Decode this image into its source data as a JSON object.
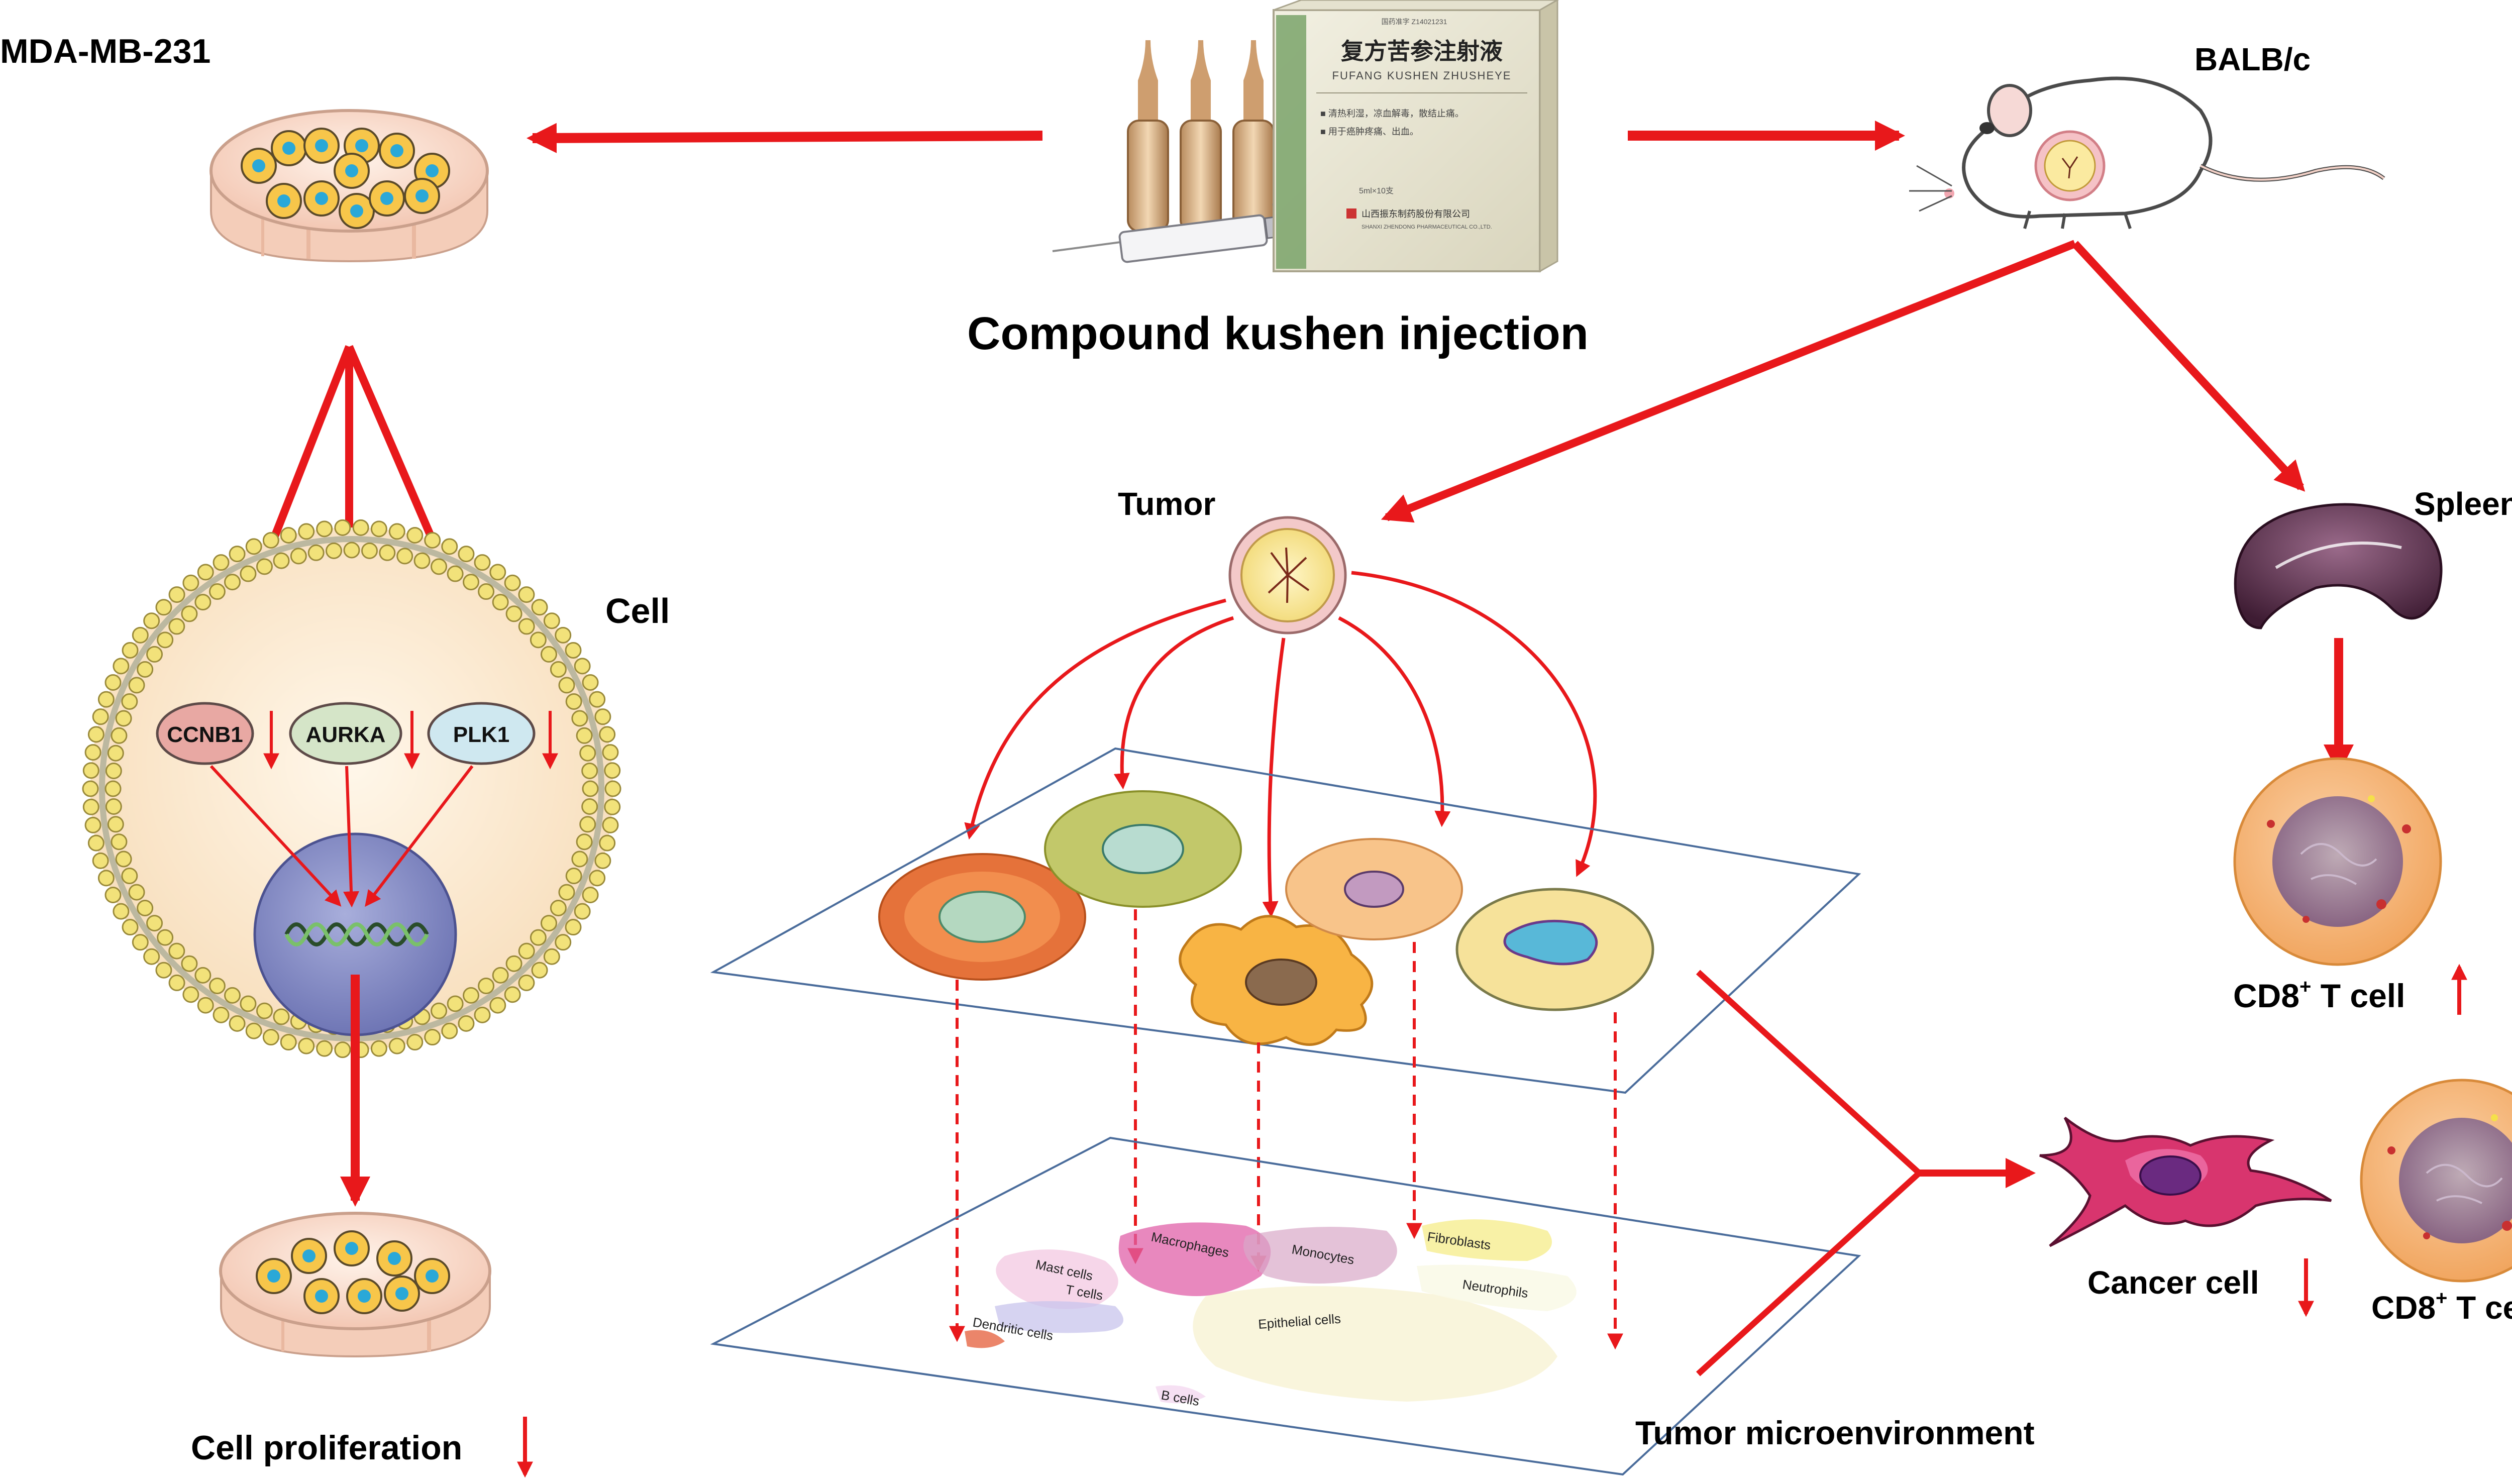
{
  "labels": {
    "cell_line": "MDA-MB-231",
    "mouse": "BALB/c",
    "drug": "Compound kushen injection",
    "cell": "Cell",
    "tumor": "Tumor",
    "spleen": "Spleen",
    "proliferation": "Cell proliferation",
    "tme": "Tumor microenvironment",
    "cd8_prefix": "CD8",
    "cd8_sup": "+",
    "cd8_suffix": " T cell",
    "cancer_cell": "Cancer cell"
  },
  "genes": [
    "CCNB1",
    "AURKA",
    "PLK1"
  ],
  "drug_box": {
    "title_cn": "复方苦参注射液",
    "title_py": "FUFANG KUSHEN ZHUSHEYE",
    "line1": "■ 清热利湿，凉血解毒，散结止痛。",
    "line2": "■ 用于癌肿疼痛、出血。",
    "maker": "山西振东制药股份有限公司",
    "maker_en": "SHANXI ZHENDONG PHARMACEUTICAL CO.,LTD.",
    "spec": "5ml×10支",
    "approval": "国药准字 Z14021231"
  },
  "tsne_labels": [
    "Fibroblasts",
    "Macrophages",
    "Monocytes",
    "Mast cells",
    "T cells",
    "Neutrophils",
    "Dendritic cells",
    "Epithelial cells",
    "B cells"
  ],
  "colors": {
    "arrow": "#e8181b",
    "cell_bg": "#fbe8cf",
    "nucleus": "#8e94c8",
    "ccnb1": "#e8a8a3",
    "aurka": "#d5e5c8",
    "plk1": "#cfe8f0",
    "spleen": "#5e2d4a",
    "cd8_cell": "#f6b57a",
    "cancer_cell": "#d8356e"
  }
}
